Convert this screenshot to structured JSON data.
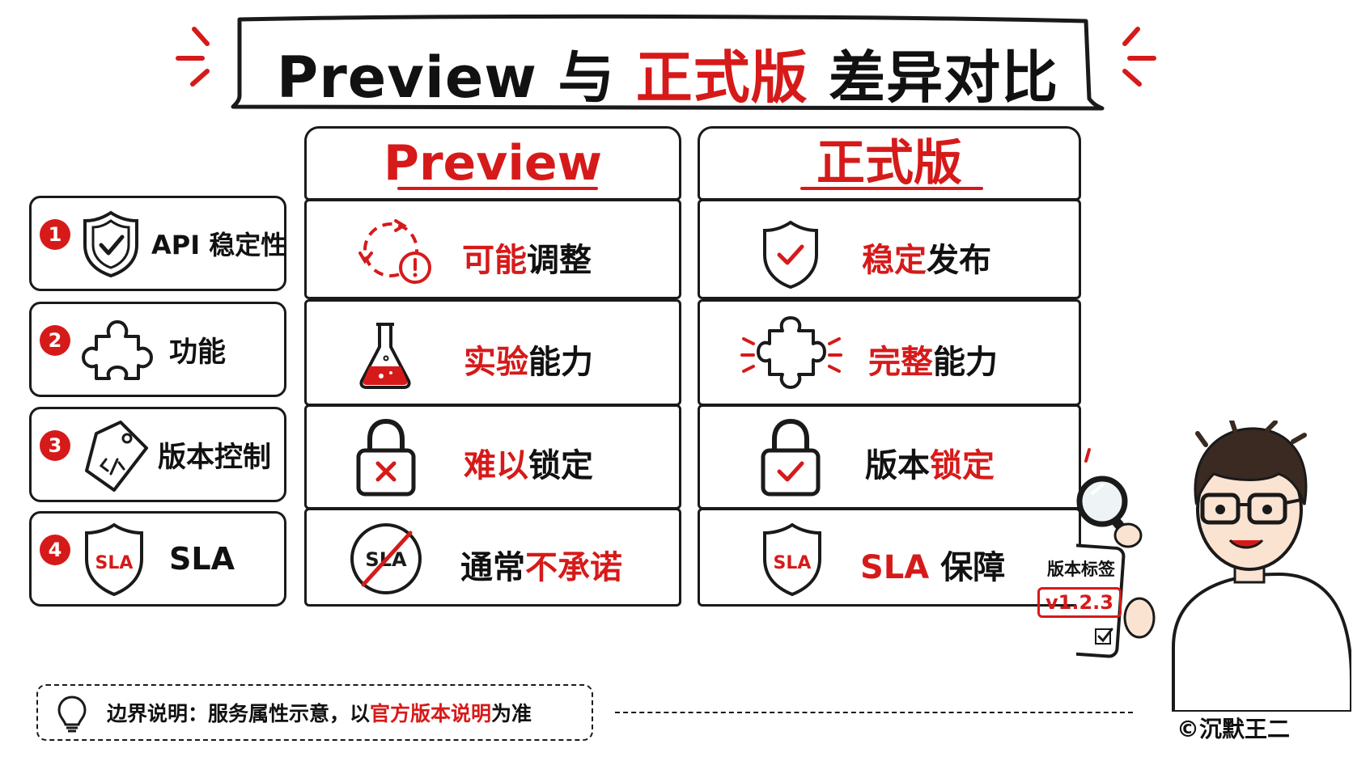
{
  "title": {
    "part1": "Preview 与 ",
    "part2": "正式版",
    "part3": " 差异对比"
  },
  "columns": {
    "preview": "Preview",
    "official": "正式版"
  },
  "rows": [
    {
      "num": "1",
      "label": "API 稳定性",
      "icon": "shield-check-icon"
    },
    {
      "num": "2",
      "label": "功能",
      "icon": "puzzle-icon"
    },
    {
      "num": "3",
      "label": "版本控制",
      "icon": "code-tag-icon"
    },
    {
      "num": "4",
      "label": "SLA",
      "icon": "sla-shield-icon"
    }
  ],
  "preview_cells": [
    {
      "red": "可能",
      "black": "调整",
      "icon": "refresh-warning-icon"
    },
    {
      "red": "实验",
      "black": "能力",
      "icon": "flask-icon"
    },
    {
      "red": "难以",
      "black": "锁定",
      "icon": "lock-cross-icon"
    },
    {
      "black": "通常",
      "red": "不承诺",
      "icon": "sla-crossed-icon"
    }
  ],
  "official_cells": [
    {
      "red": "稳定",
      "black": "发布",
      "icon": "shield-check-icon"
    },
    {
      "red": "完整",
      "black": "能力",
      "icon": "puzzle-complete-icon"
    },
    {
      "black": "版本",
      "red": "锁定",
      "icon": "lock-check-icon"
    },
    {
      "red": "SLA",
      "black": " 保障",
      "icon": "sla-shield-icon"
    }
  ],
  "note": {
    "prefix": "边界说明：服务属性示意，以",
    "red": "官方版本说明",
    "suffix": "为准",
    "icon": "lightbulb-icon"
  },
  "tag_card": {
    "title": "版本标签",
    "version": "v1.2.3"
  },
  "copyright": "©沉默王二",
  "colors": {
    "accent": "#d61a1a",
    "ink": "#1a1a1a"
  }
}
